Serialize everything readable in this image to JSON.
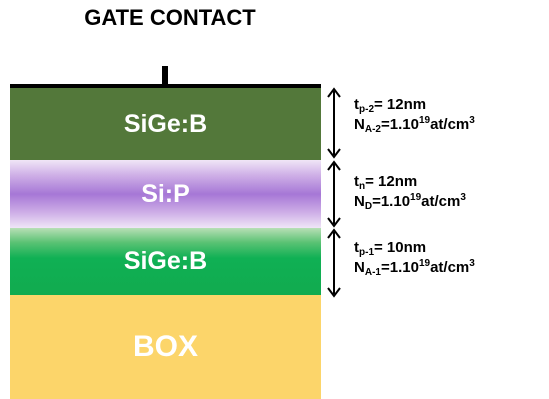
{
  "title": "GATE CONTACT",
  "layers": {
    "top": "SiGe:B",
    "middle": "Si:P",
    "bottom": "SiGe:B",
    "substrate": "BOX"
  },
  "colors": {
    "top_sige": "#53783a",
    "si_p": "#a677d6",
    "bottom_sige": "#11ab4f",
    "box": "#fcd56a",
    "layer_text": "#ffffff"
  },
  "annotations": {
    "top": {
      "t_main": "t",
      "t_sub": "p-2",
      "t_value": "= 12nm",
      "n_main": "N",
      "n_sub": "A-2",
      "n_value": "=1.10",
      "n_exp": "19",
      "n_unit": "at/cm",
      "n_unit_exp": "3"
    },
    "middle": {
      "t_main": "t",
      "t_sub": "n",
      "t_value": "= 12nm",
      "n_main": "N",
      "n_sub": "D",
      "n_value": "=1.10",
      "n_exp": "19",
      "n_unit": "at/cm",
      "n_unit_exp": "3"
    },
    "bottom": {
      "t_main": "t",
      "t_sub": "p-1",
      "t_value": "= 10nm",
      "n_main": "N",
      "n_sub": "A-1",
      "n_value": "=1.10",
      "n_exp": "19",
      "n_unit": "at/cm",
      "n_unit_exp": "3"
    }
  }
}
